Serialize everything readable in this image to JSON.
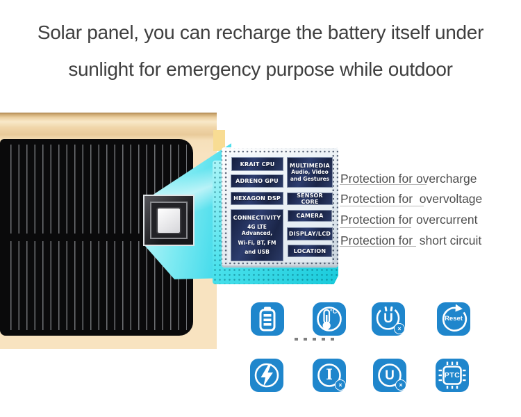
{
  "title": {
    "line1": "Solar panel, you can recharge the battery itself under",
    "line2": "sunlight for emergency purpose while outdoor"
  },
  "chip": {
    "left_blocks": {
      "krait": {
        "label": "KRAIT CPU"
      },
      "adreno": {
        "label": "ADRENO GPU"
      },
      "hexagon": {
        "label": "HEXAGON DSP"
      },
      "connectivity": {
        "label": "CONNECTIVITY",
        "line2": "4G LTE Advanced,",
        "line3": "Wi-Fi, BT, FM",
        "line4": "and USB"
      }
    },
    "right_blocks": {
      "multimedia": {
        "label": "MULTIMEDIA",
        "line2": "Audio, Video",
        "line3": "and Gestures"
      },
      "sensor": {
        "label": "SENSOR CORE"
      },
      "camera": {
        "label": "CAMERA"
      },
      "display": {
        "label": "DISPLAY/LCD"
      },
      "location": {
        "label": "LOCATION"
      }
    }
  },
  "protections": {
    "item1": "Protection for overcharge",
    "item2": "Protection for  overvoltage",
    "item3": "Protection for overcurrent",
    "item4": "Protection for  short circuit"
  },
  "feature_icons": {
    "temperature": {
      "unit": "°C"
    },
    "over_discharge": {
      "letter": "U",
      "badge": "×"
    },
    "reset": {
      "label": "Reset"
    },
    "overcurrent": {
      "letter": "I",
      "badge": "×"
    },
    "overvoltage": {
      "letter": "U",
      "badge": "×"
    },
    "ptc": {
      "label": "PTC"
    }
  },
  "colors": {
    "icon_blue": "#1f86cc",
    "cyan_board": "#35dbe8",
    "navy_block": "#1f2b54",
    "gold_edge": "#f8e3c0",
    "title_text": "#3f3f3f"
  }
}
